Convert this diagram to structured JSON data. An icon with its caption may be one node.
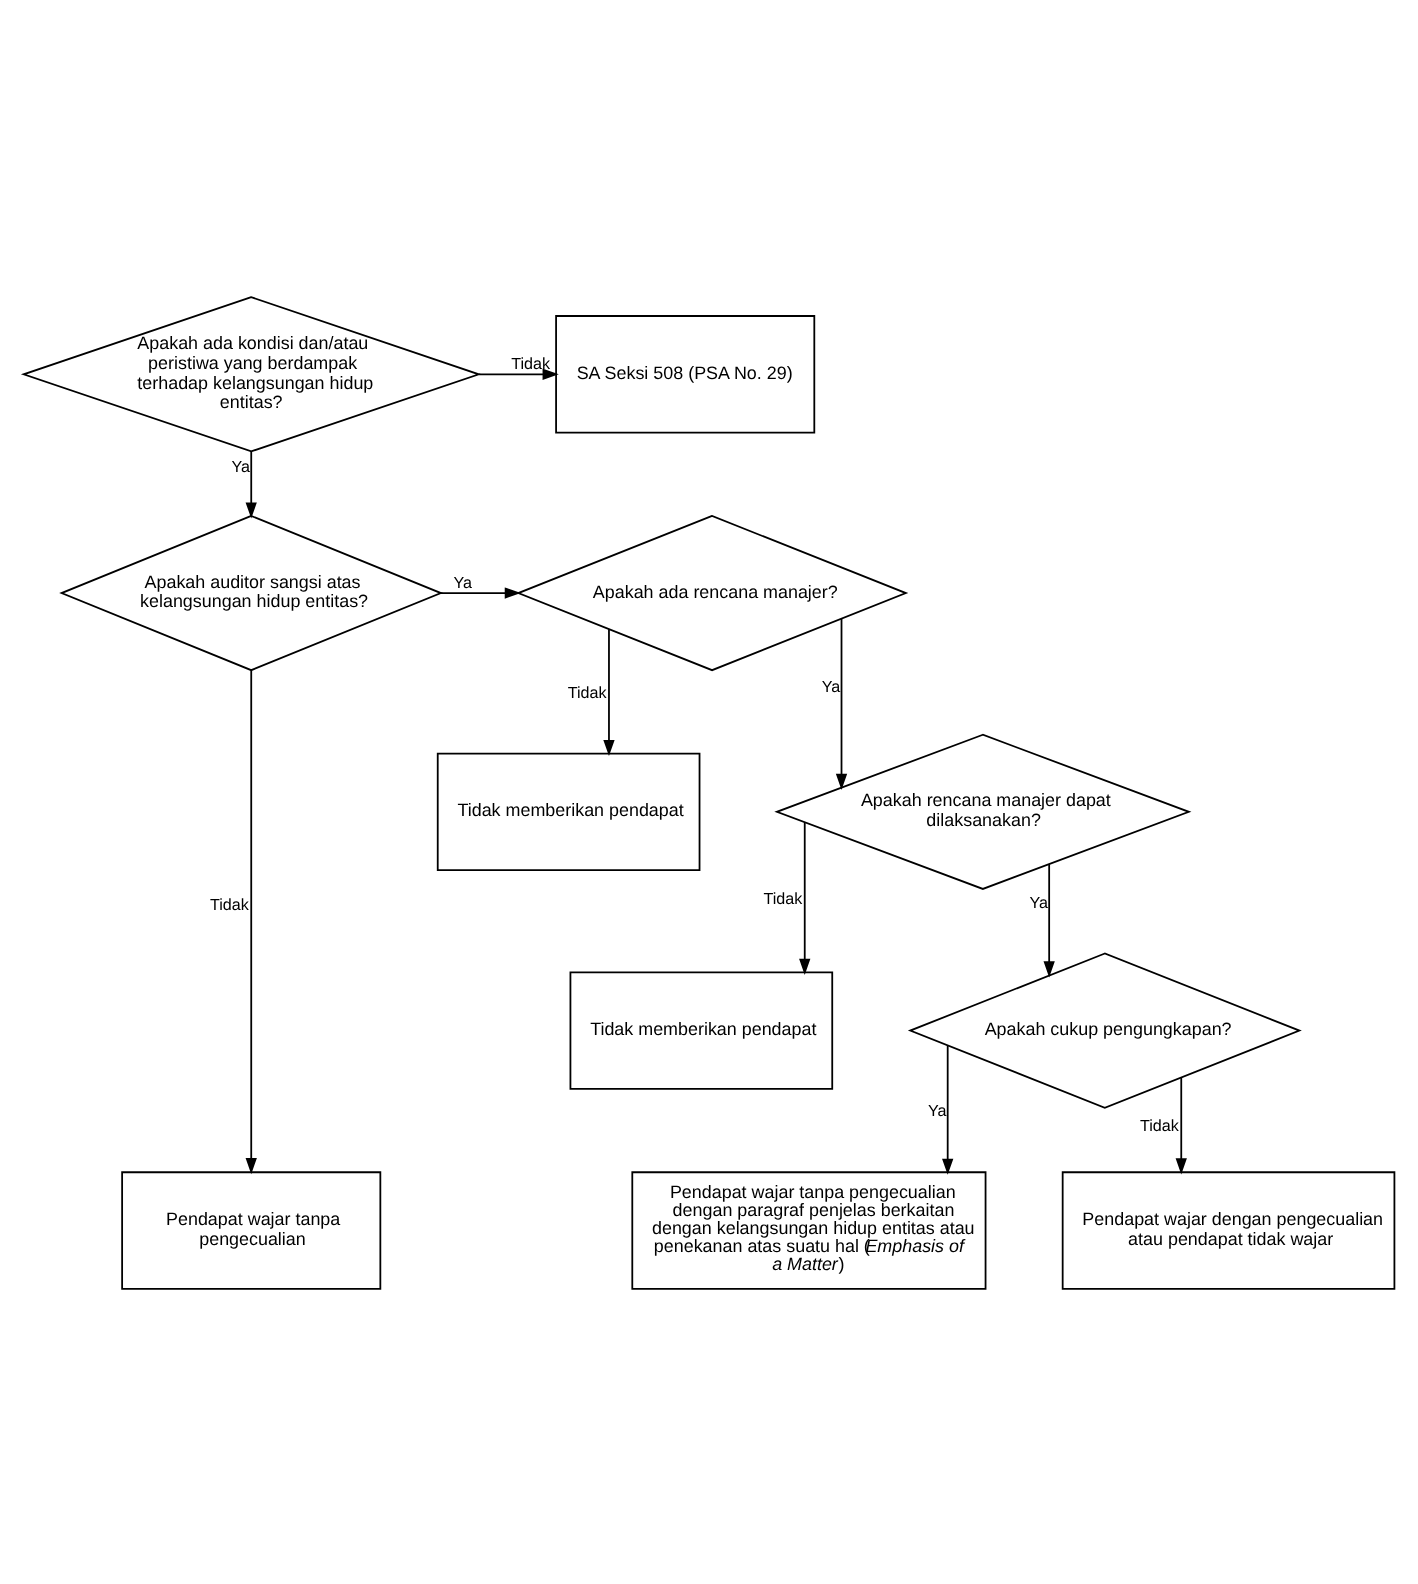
{
  "diagram": {
    "nodes": [
      {
        "text": [
          "Apakah ada kondisi dan/atau peristiwa yang berdampak terhadap kelangsungan hidup entitas?"
        ]
      },
      {
        "text": [
          "SA Seksi 508 (PSA No. 29)"
        ]
      },
      {
        "text": [
          "Apakah auditor sangsi atas kelangsungan hidup entitas?"
        ]
      },
      {
        "text": [
          "Apakah ada rencana manajer?"
        ]
      },
      {
        "text": [
          "Tidak memberikan pendapat"
        ]
      },
      {
        "text": [
          "Apakah rencana manajer dapat dilaksanakan?"
        ]
      },
      {
        "text": [
          "Tidak memberikan pendapat"
        ]
      },
      {
        "text": [
          "Apakah cukup pengungkapan?"
        ]
      },
      {
        "text": [
          "Pendapat wajar tanpa pengecualian"
        ]
      },
      {
        "text": [
          "Pendapat wajar tanpa pengecualian dengan paragraf penjelas berkaitan dengan kelangsungan hidup entitas atau penekanan atas suatu hal (*Emphasis of a Matter*)"
        ]
      },
      {
        "text": [
          "Pendapat wajar dengan pengecualian atau pendapat tidak wajar"
        ]
      }
    ],
    "edges": [
      {
        "from": 0,
        "to": 1,
        "arrow": "to",
        "label": "Tidak"
      },
      {
        "from": 0,
        "to": 2,
        "arrow": "to",
        "label": "Ya"
      },
      {
        "from": 2,
        "to": 3,
        "arrow": "to",
        "label": "Ya"
      },
      {
        "from": 2,
        "to": 8,
        "arrow": "to",
        "label": "Tidak"
      },
      {
        "from": 3,
        "to": 4,
        "arrow": "to",
        "label": "Tidak"
      },
      {
        "from": 3,
        "to": 5,
        "arrow": "to",
        "label": "Ya"
      },
      {
        "from": 5,
        "to": 6,
        "arrow": "to",
        "label": "Tidak"
      },
      {
        "from": 5,
        "to": 7,
        "arrow": "to",
        "label": "Ya"
      },
      {
        "from": 7,
        "to": 10,
        "arrow": "to",
        "label": "Tidak"
      },
      {
        "from": 7,
        "to": 9,
        "arrow": "to",
        "label": "Ya"
      }
    ]
  }
}
